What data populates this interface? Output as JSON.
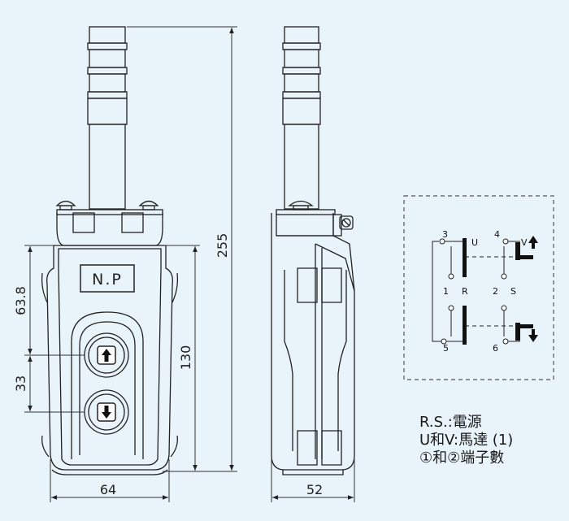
{
  "front_view": {
    "nameplate": "N.P",
    "dimensions": {
      "total_height": "255",
      "body_height": "130",
      "upper_offset": "63.8",
      "button_spacing": "33",
      "width": "64"
    }
  },
  "side_view": {
    "dimensions": {
      "depth": "52"
    }
  },
  "circuit": {
    "terminals": {
      "t1": "1",
      "t2": "2",
      "t3": "3",
      "t4": "4",
      "t5": "5",
      "t6": "6"
    },
    "labels": {
      "u": "U",
      "v": "V",
      "r": "R",
      "s": "S"
    }
  },
  "legend": {
    "line1": "R.S.:電源",
    "line2": "U和V:馬達 (1)",
    "line3": "①和②端子數"
  },
  "colors": {
    "background": "#e9f3fa",
    "line": "#222222",
    "thin": "#333333",
    "dashed": "#555555"
  }
}
